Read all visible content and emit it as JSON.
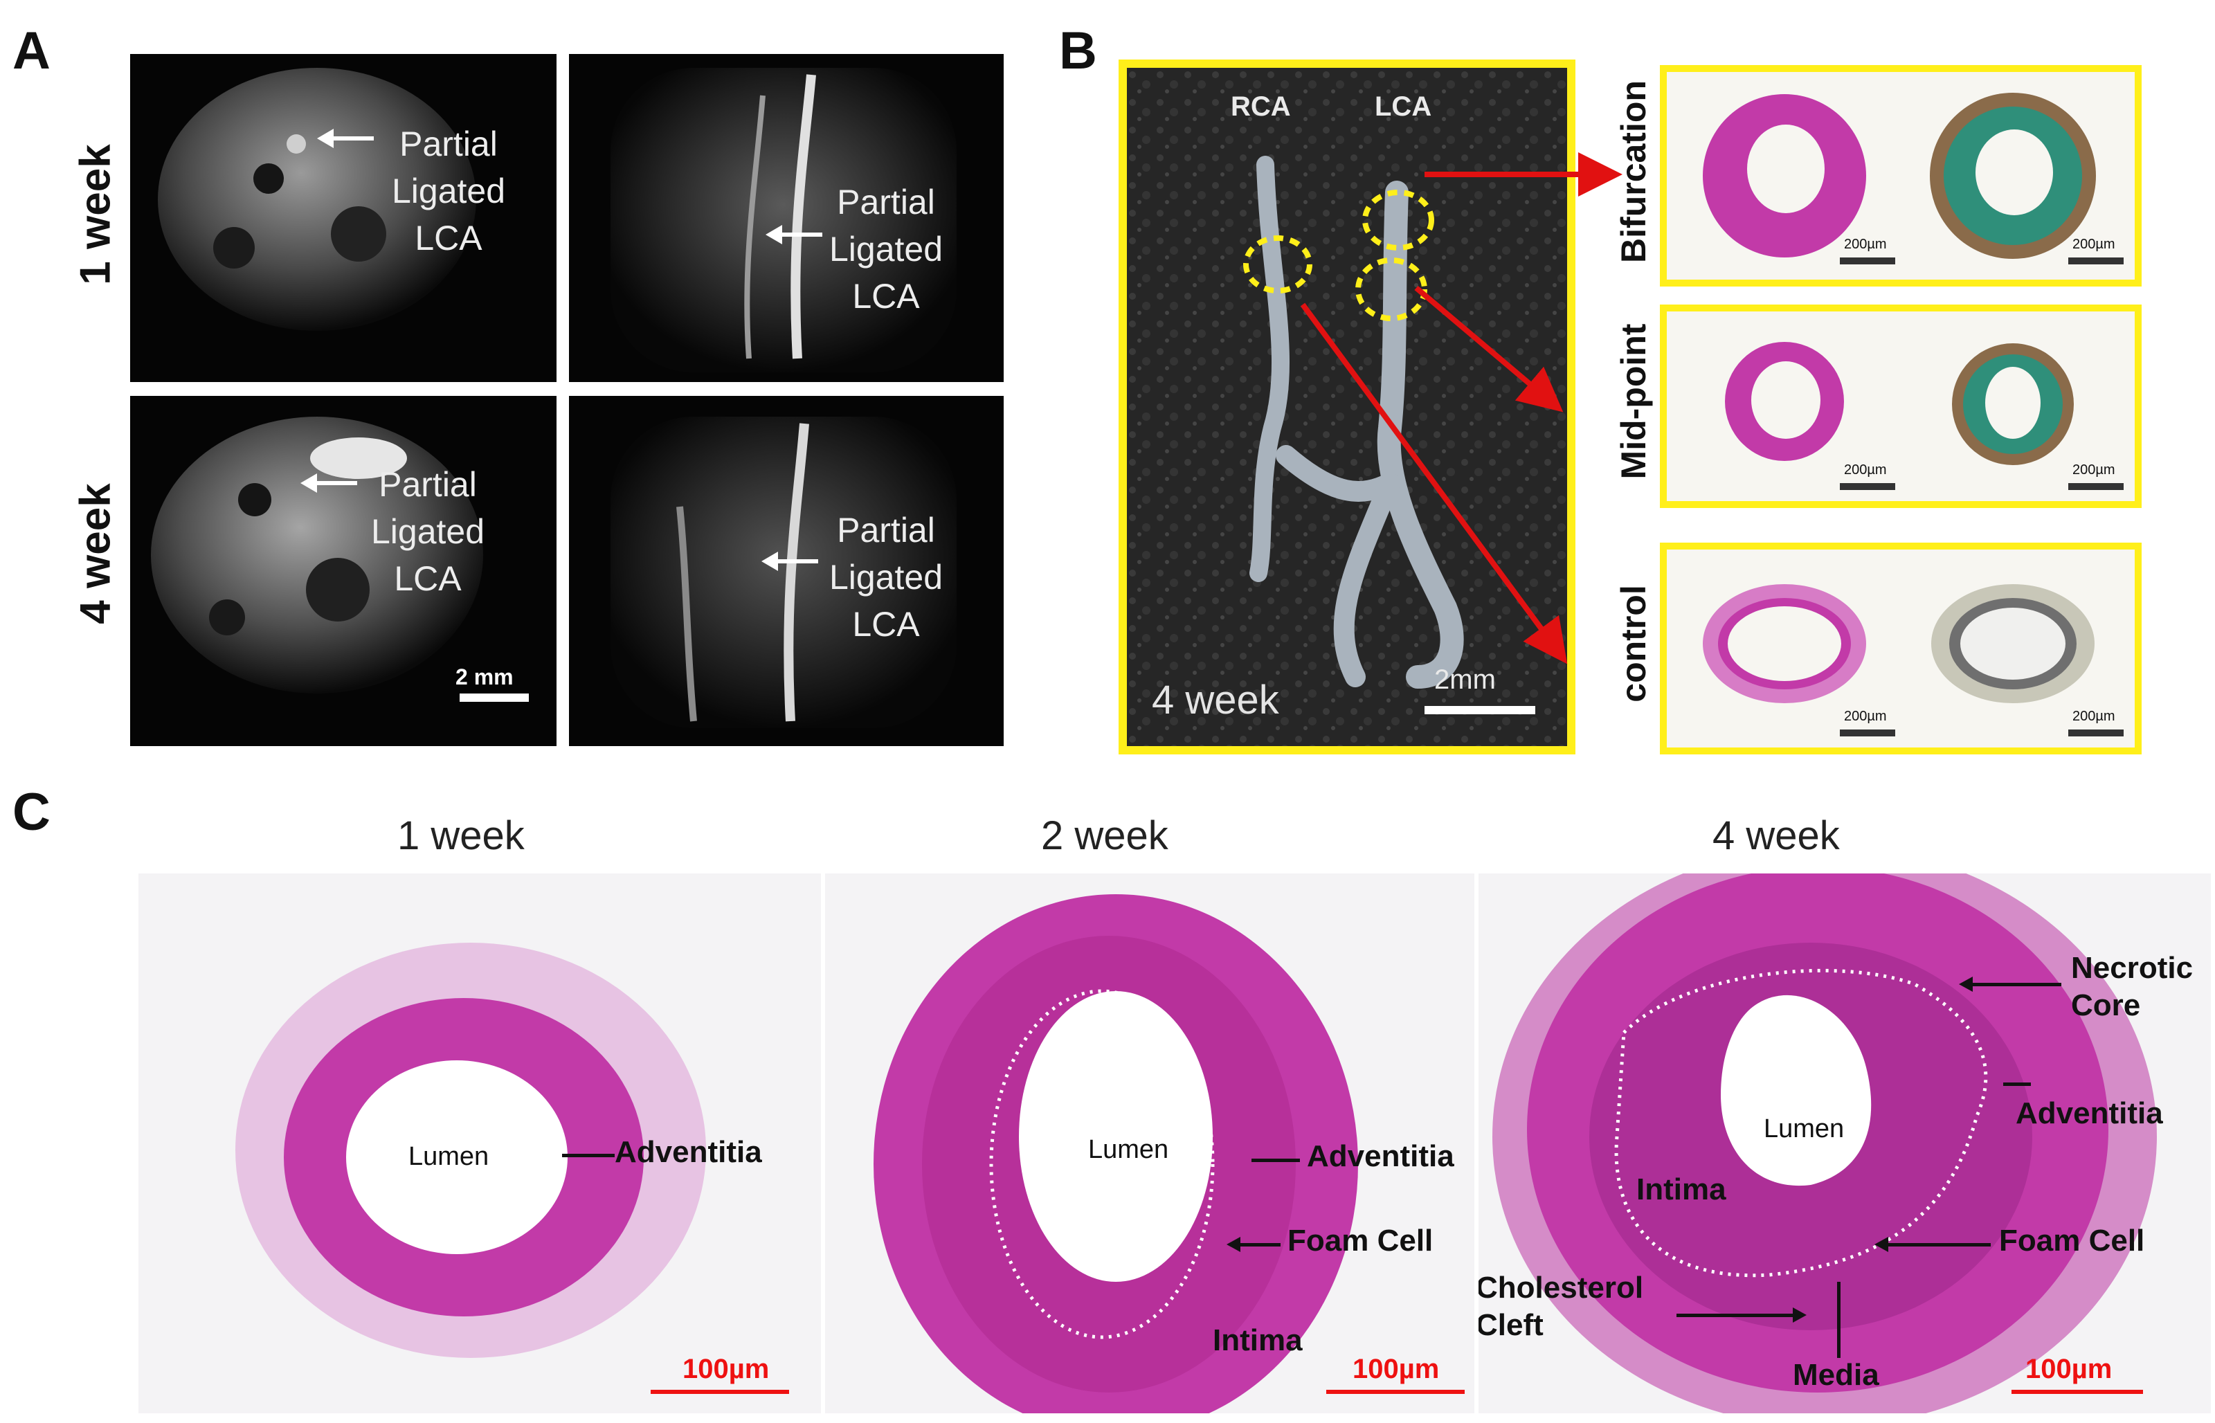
{
  "panels": {
    "a": "A",
    "b": "B",
    "c": "C"
  },
  "panel_a": {
    "rows": [
      "1 week",
      "4 week"
    ],
    "label_line1": "Partial",
    "label_line2": "Ligated",
    "label_line3": "LCA",
    "scale_bar": "2 mm"
  },
  "panel_b": {
    "rca": "RCA",
    "lca": "LCA",
    "week": "4 week",
    "scale_bar": "2mm",
    "sections": [
      "Bifurcation",
      "Mid-point",
      "control"
    ],
    "micro_scale": "200µm"
  },
  "panel_c": {
    "titles": [
      "1 week",
      "2 week",
      "4 week"
    ],
    "lumen": "Lumen",
    "adventitia": "Adventitia",
    "foam_cell": "Foam Cell",
    "intima": "Intima",
    "necrotic_line1": "Necrotic",
    "necrotic_line2": "Core",
    "cholesterol_line1": "Cholesterol",
    "cholesterol_line2": "Cleft",
    "media": "Media",
    "scale": "100µm"
  },
  "colors": {
    "highlight_box": "#ffef1a",
    "arrow_red": "#e11111",
    "scale_red": "#e11111",
    "stain_pink": "#c23aa8",
    "stain_green": "#2f8f7a"
  }
}
